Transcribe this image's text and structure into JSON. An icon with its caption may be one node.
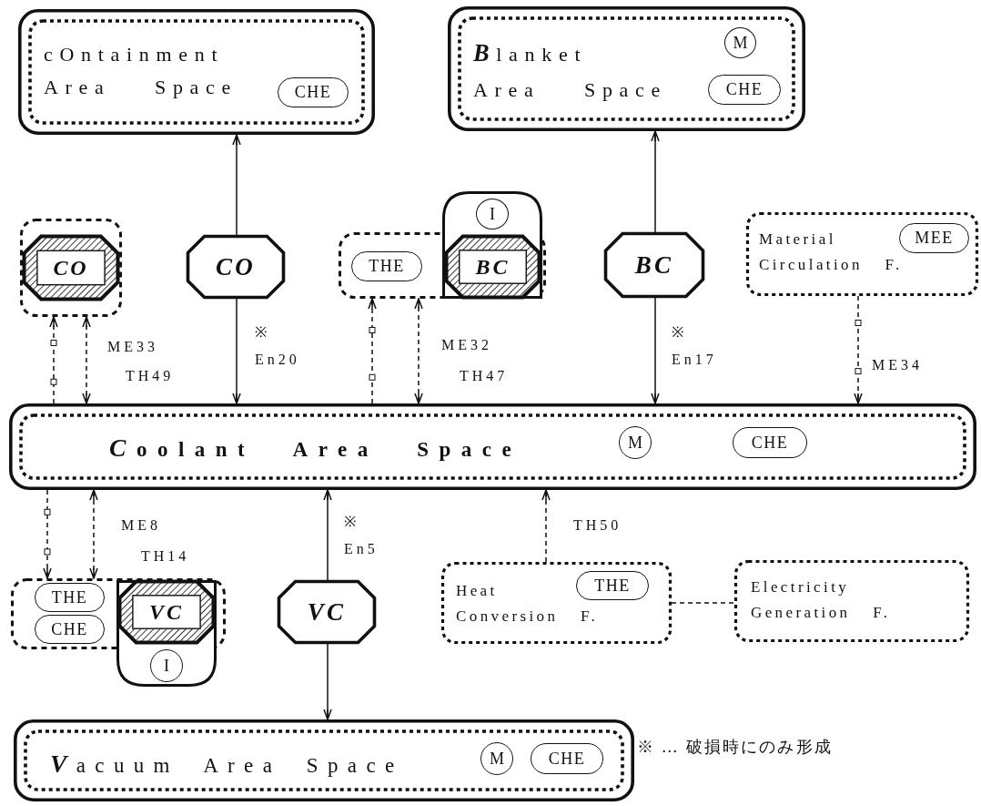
{
  "diagram": {
    "nodes": [
      {
        "text": [
          "cOntainment Area Space"
        ]
      },
      {
        "text": [
          "CHE"
        ],
        "in": 0
      },
      {
        "text": [
          "Blanket Area Space"
        ]
      },
      {
        "text": [
          "M"
        ],
        "in": 2
      },
      {
        "text": [
          "CHE"
        ],
        "in": 2
      },
      {
        "text": [],
        "shape": "box"
      },
      {
        "text": [
          "CO"
        ],
        "in": 5
      },
      {
        "text": [
          "CO"
        ]
      },
      {
        "text": [],
        "shape": "box"
      },
      {
        "text": [
          "THE"
        ],
        "in": 8
      },
      {
        "text": [],
        "shape": "box"
      },
      {
        "text": [
          "I"
        ],
        "in": 10
      },
      {
        "text": [
          "BC"
        ]
      },
      {
        "text": [
          "BC"
        ]
      },
      {
        "text": [
          "Material Circulation F."
        ]
      },
      {
        "text": [
          "MEE"
        ],
        "in": 14
      },
      {
        "text": [
          "Coolant Area Space"
        ]
      },
      {
        "text": [
          "M"
        ],
        "in": 16
      },
      {
        "text": [
          "CHE"
        ],
        "in": 16
      },
      {
        "text": [],
        "shape": "box"
      },
      {
        "text": [
          "THE"
        ],
        "in": 19
      },
      {
        "text": [
          "CHE"
        ],
        "in": 19
      },
      {
        "text": [],
        "shape": "box"
      },
      {
        "text": [
          "VC"
        ]
      },
      {
        "text": [
          "I"
        ],
        "in": 22
      },
      {
        "text": [
          "VC"
        ]
      },
      {
        "text": [
          "Heat Conversion F."
        ]
      },
      {
        "text": [
          "THE"
        ],
        "in": 26
      },
      {
        "text": [
          "Electricity Generation F."
        ]
      },
      {
        "text": [
          "Vacuum Area Space"
        ]
      },
      {
        "text": [
          "M"
        ],
        "in": 29
      },
      {
        "text": [
          "CHE"
        ],
        "in": 29
      }
    ],
    "edges": [
      {
        "from": 7,
        "to": 0,
        "arrow": "to"
      },
      {
        "from": 7,
        "to": 16,
        "arrow": "to",
        "label": "※ En20"
      },
      {
        "from": 13,
        "to": 2,
        "arrow": "to"
      },
      {
        "from": 13,
        "to": 16,
        "arrow": "to",
        "label": "※ En17"
      },
      {
        "from": 16,
        "to": 5,
        "arrow": "to",
        "style": "dashed"
      },
      {
        "from": 5,
        "to": 16,
        "arrow": "both",
        "style": "dashed"
      },
      {
        "from": 16,
        "to": 8,
        "arrow": "to",
        "style": "dashed"
      },
      {
        "from": 8,
        "to": 16,
        "arrow": "both",
        "style": "dashed"
      },
      {
        "from": 14,
        "to": 16,
        "arrow": "to",
        "style": "dashed",
        "label": "ME34"
      },
      {
        "from": 16,
        "to": 19,
        "arrow": "to",
        "style": "dashed"
      },
      {
        "from": 19,
        "to": 16,
        "arrow": "both",
        "style": "dashed"
      },
      {
        "from": 25,
        "to": 16,
        "arrow": "to",
        "label": "※ En5"
      },
      {
        "from": 25,
        "to": 29,
        "arrow": "to"
      },
      {
        "from": 26,
        "to": 16,
        "arrow": "to",
        "style": "dashed",
        "label": "TH50"
      },
      {
        "from": 26,
        "to": 28,
        "arrow": "none",
        "style": "dashed"
      }
    ],
    "labels": [
      "ME33",
      "TH49",
      "ME32",
      "TH47",
      "ME8",
      "TH14",
      "※ … 破損時にのみ形成"
    ]
  }
}
